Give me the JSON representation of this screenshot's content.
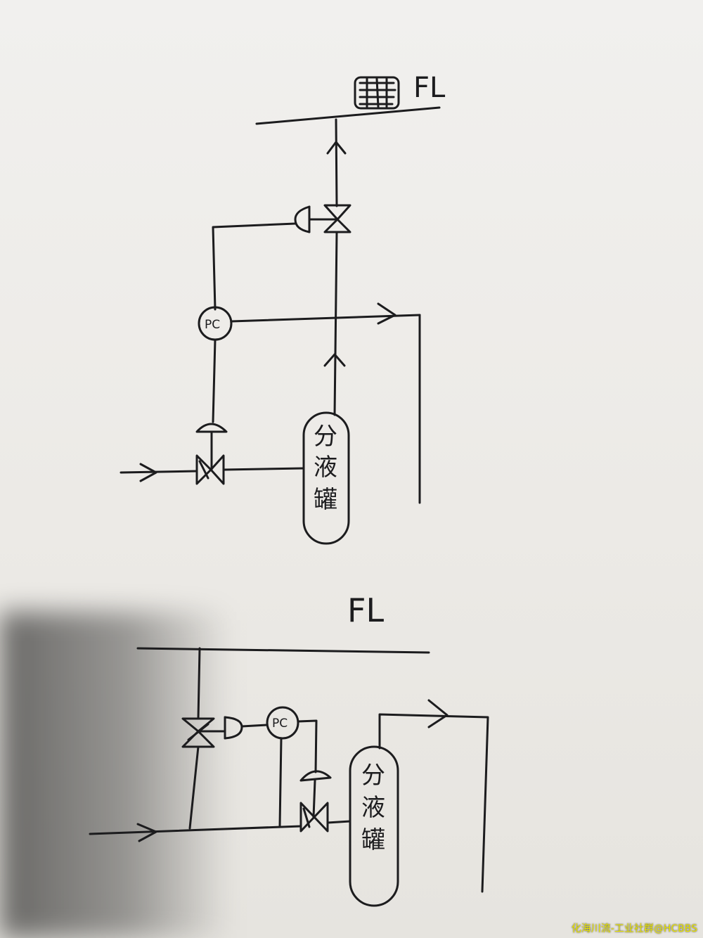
{
  "diagram_top": {
    "flare_label": "FL",
    "controller_label": "PC",
    "vessel_label": [
      "分",
      "液",
      "罐"
    ]
  },
  "diagram_bottom": {
    "flare_label": "FL",
    "controller_label": "PC",
    "vessel_label": [
      "分",
      "液",
      "罐"
    ]
  },
  "watermark": "化海川流-工业社群@HCBBS"
}
